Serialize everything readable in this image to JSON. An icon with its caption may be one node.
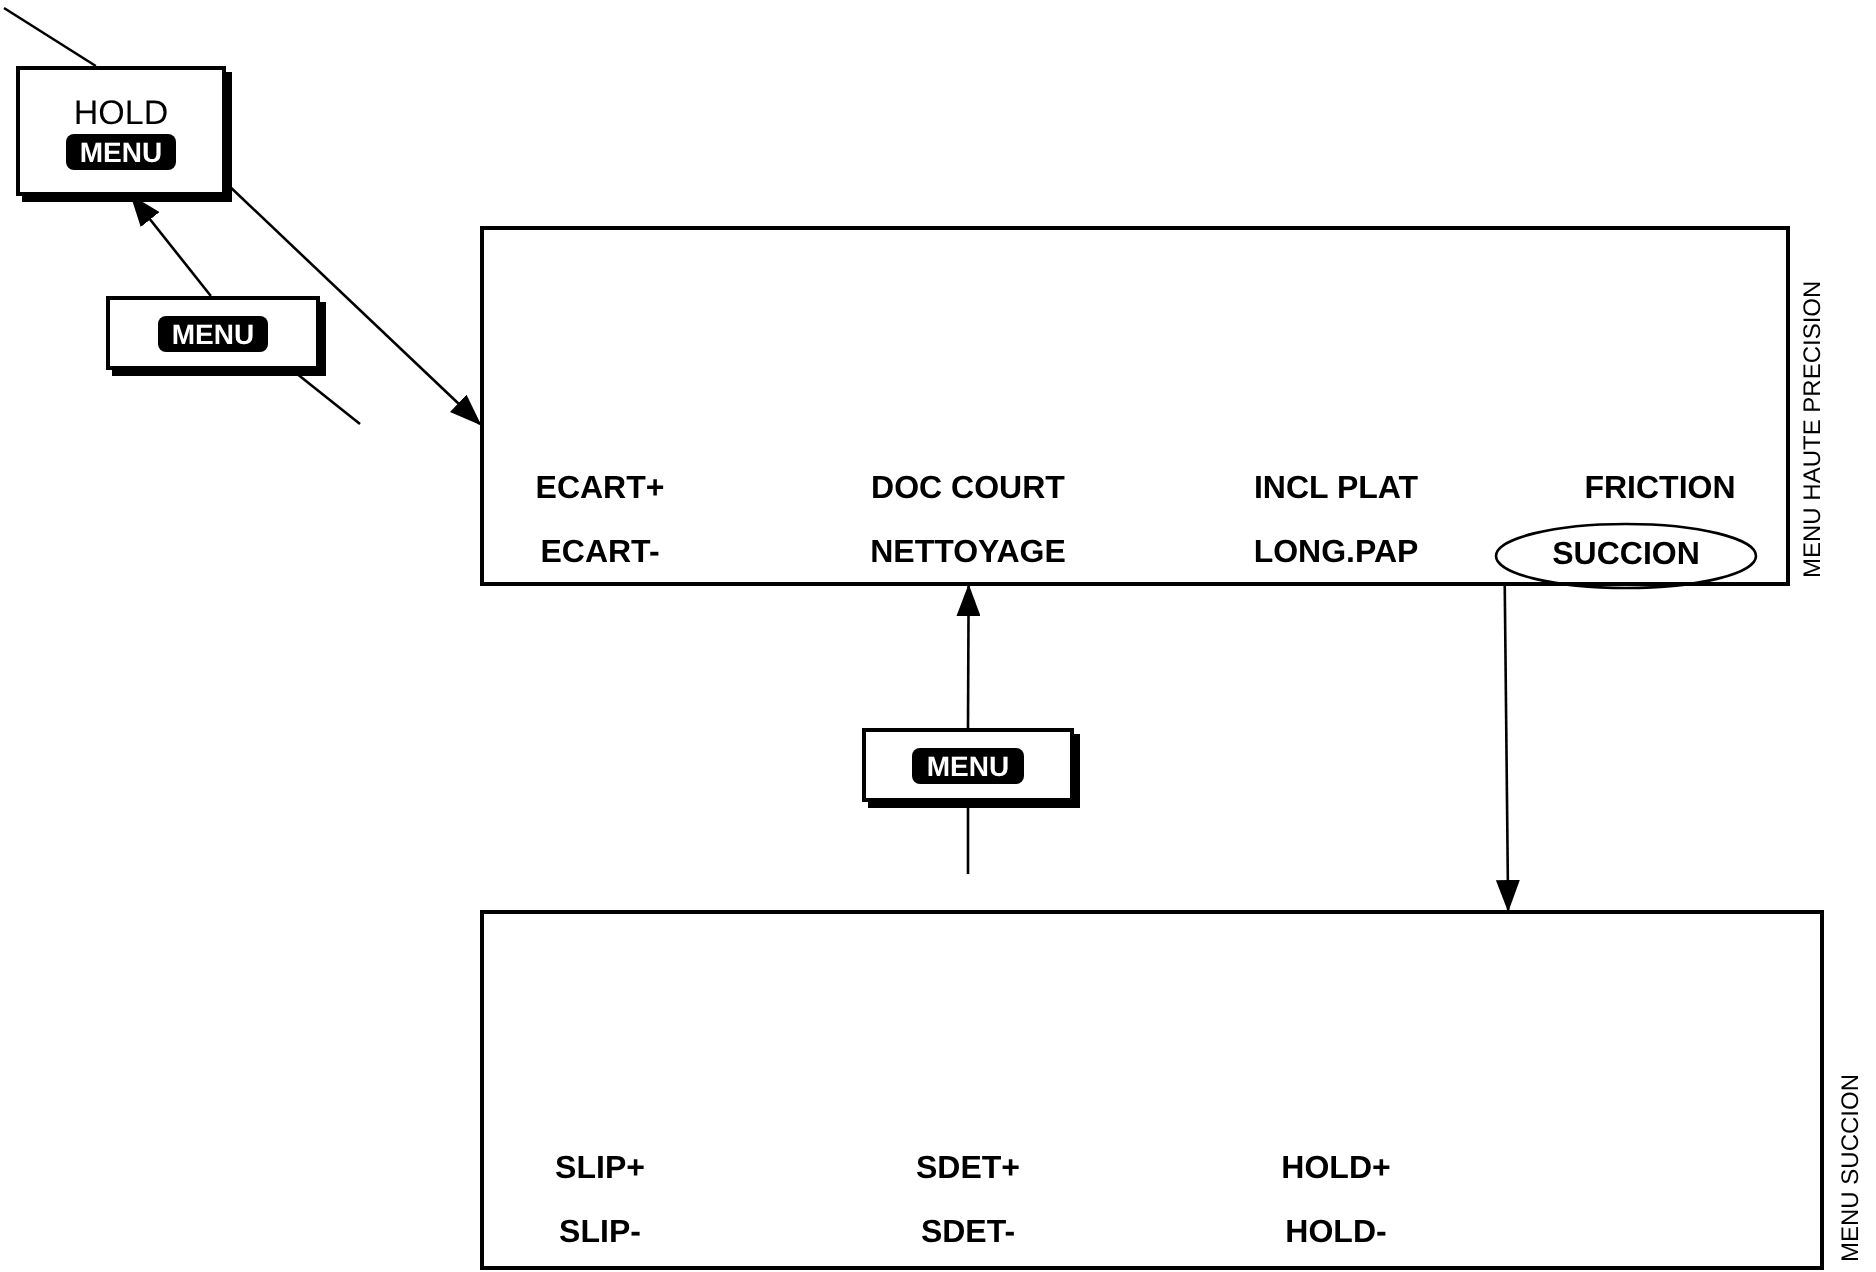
{
  "diagram": {
    "nodes": [
      {
        "text": [
          "HOLD",
          "MENU"
        ]
      },
      {
        "text": [
          "MENU"
        ]
      },
      {
        "text": [
          "MENU HAUTE PRECISION"
        ]
      },
      {
        "text": [
          "SUCCION"
        ],
        "in": 2
      },
      {
        "text": [
          "MENU"
        ]
      },
      {
        "text": [
          "MENU SUCCION"
        ]
      }
    ],
    "edges": [
      {
        "from": null,
        "to": 0,
        "arrow": "none"
      },
      {
        "from": 0,
        "to": 2,
        "arrow": "to"
      },
      {
        "from": 1,
        "to": 0,
        "arrow": "to"
      },
      {
        "from": null,
        "to": 1,
        "arrow": "none"
      },
      {
        "from": 4,
        "to": 2,
        "arrow": "to"
      },
      {
        "from": null,
        "to": 4,
        "arrow": "none"
      },
      {
        "from": 3,
        "to": 5,
        "arrow": "to"
      }
    ],
    "labels": [
      "ECART+",
      "DOC COURT",
      "INCL PLAT",
      "FRICTION",
      "ECART-",
      "NETTOYAGE",
      "LONG.PAP",
      "SLIP+",
      "SDET+",
      "HOLD+",
      "SLIP-",
      "SDET-",
      "HOLD-"
    ]
  }
}
